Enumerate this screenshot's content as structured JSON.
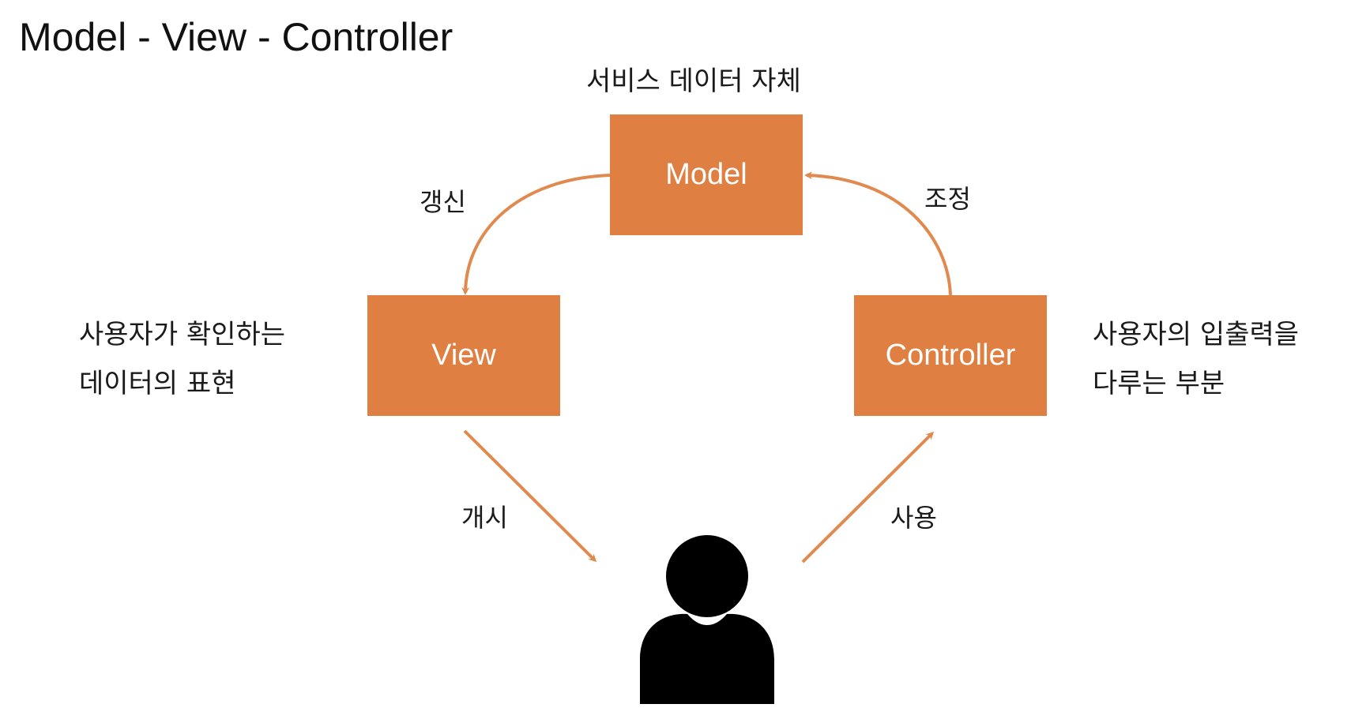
{
  "title": "Model  -  View  -  Controller",
  "boxes": {
    "model": "Model",
    "view": "View",
    "controller": "Controller"
  },
  "descriptions": {
    "model": "서비스 데이터 자체",
    "view_line1": "사용자가 확인하는",
    "view_line2": "데이터의 표현",
    "controller_line1": "사용자의 입출력을",
    "controller_line2": "다루는 부분"
  },
  "arrow_labels": {
    "model_to_view": "갱신",
    "controller_to_model": "조정",
    "view_to_user": "개시",
    "user_to_controller": "사용"
  },
  "colors": {
    "box_fill": "#e07f42",
    "box_text": "#ffffff",
    "arrow": "#e08a4f",
    "user_icon": "#000000"
  },
  "icons": {
    "user": "user-icon"
  }
}
